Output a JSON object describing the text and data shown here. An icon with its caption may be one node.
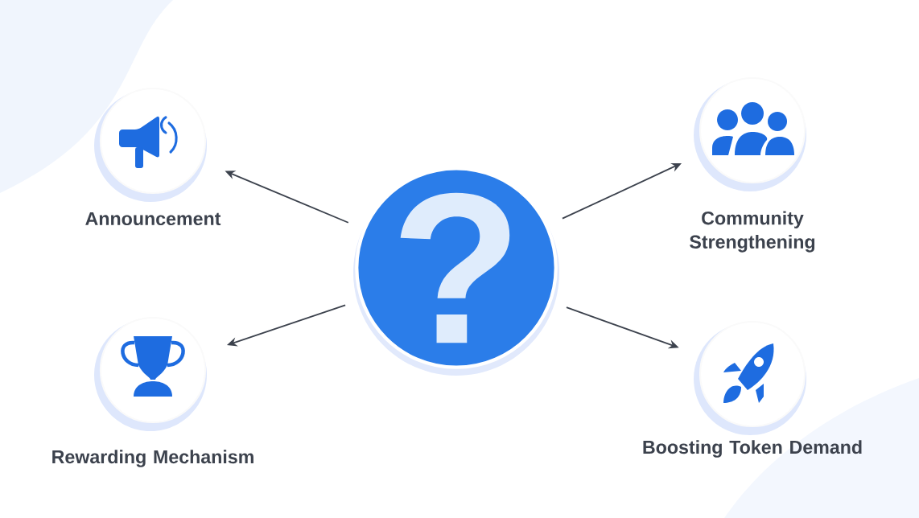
{
  "diagram": {
    "nodes": [
      {
        "text": [
          "?"
        ]
      },
      {
        "text": [
          "Announcement"
        ]
      },
      {
        "text": [
          "Rewarding Mechanism"
        ]
      },
      {
        "text": [
          "Community Strengthening"
        ]
      },
      {
        "text": [
          "Boosting Token Demand"
        ]
      }
    ],
    "edges": [
      {
        "from": 0,
        "to": 1,
        "arrow": "to"
      },
      {
        "from": 0,
        "to": 2,
        "arrow": "to"
      },
      {
        "from": 0,
        "to": 3,
        "arrow": "to"
      },
      {
        "from": 0,
        "to": 4,
        "arrow": "to"
      }
    ]
  }
}
